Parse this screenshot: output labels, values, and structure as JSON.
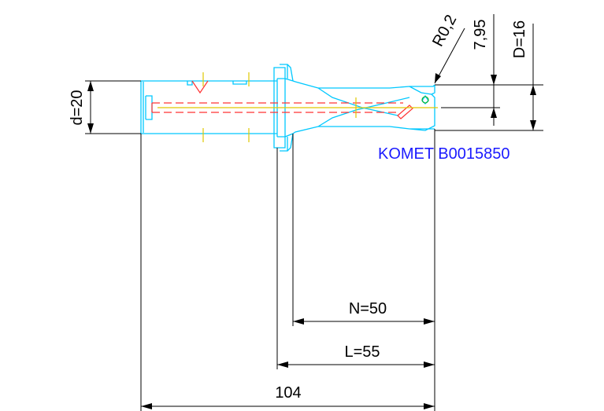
{
  "title": "KOMET B0015850",
  "dimensions": {
    "shank_diameter": "d=20",
    "tip_radius": "R0,2",
    "tip_offset": "7,95",
    "cutting_diameter": "D=16",
    "n_length": "N=50",
    "l_length": "L=55",
    "overall_length": "104"
  },
  "colors": {
    "outline": "#00c8ff",
    "centerline_red": "#ff3333",
    "hatch_yellow": "#e0c800",
    "dimension": "#000000",
    "brand": "#1a1aff",
    "insert_green": "#00b000"
  }
}
